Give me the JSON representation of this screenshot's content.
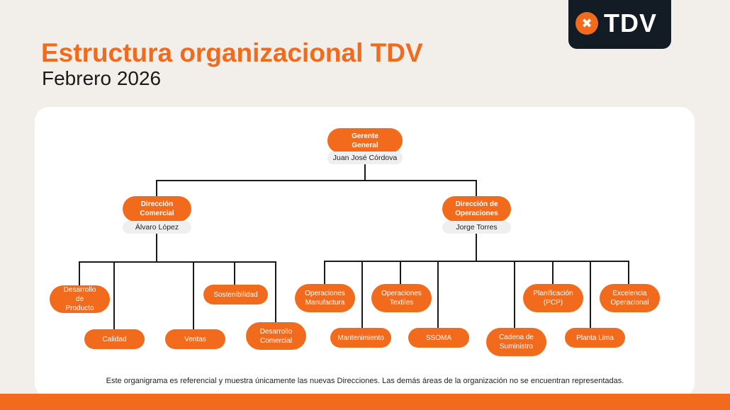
{
  "logo": {
    "mark": "✖",
    "text": "TDV"
  },
  "header": {
    "title": "Estructura organizacional TDV",
    "subtitle": "Febrero 2026"
  },
  "org": {
    "ceo": {
      "role": "Gerente General",
      "name": "Juan José Córdova"
    },
    "comercial": {
      "role": "Dirección Comercial",
      "name": "Álvaro López",
      "units": [
        "Desarrollo de Producto",
        "Calidad",
        "Ventas",
        "Sostenibilidad",
        "Desarrollo Comercial"
      ]
    },
    "operaciones": {
      "role": "Dirección de Operaciones",
      "name": "Jorge Torres",
      "units": [
        "Operaciones Manufactura",
        "Mantenimiento",
        "Operaciones Textiles",
        "SSOMA",
        "Cadena de Suministro",
        "Planificación (PCP)",
        "Planta Lima",
        "Excelencia Operacional"
      ]
    }
  },
  "footer": "Este organigrama es referencial y muestra únicamente las nuevas Direcciones. Las demás áreas de la organización no se encuentran representadas.",
  "colors": {
    "accent": "#f26b1d",
    "dark": "#131c24"
  }
}
